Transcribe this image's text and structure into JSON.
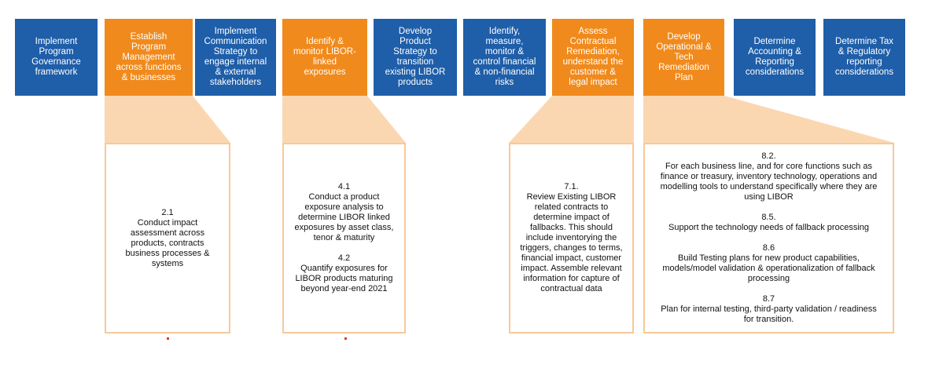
{
  "steps": [
    {
      "text": "Implement\nProgram\nGovernance\nframework",
      "color": "blue"
    },
    {
      "text": "Establish\nProgram\nManagement\nacross functions\n& businesses",
      "color": "orange"
    },
    {
      "text": "Implement\nCommunication\nStrategy to\nengage internal\n& external\nstakeholders",
      "color": "blue"
    },
    {
      "text": "Identify &\nmonitor LIBOR-\nlinked\nexposures",
      "color": "orange"
    },
    {
      "text": "Develop\nProduct\nStrategy to\ntransition\nexisting LIBOR\nproducts",
      "color": "blue"
    },
    {
      "text": "Identify,\nmeasure,\nmonitor &\ncontrol financial\n& non-financial\nrisks",
      "color": "blue"
    },
    {
      "text": "Assess\nContractual\nRemediation,\nunderstand the\ncustomer &\nlegal impact",
      "color": "orange"
    },
    {
      "text": "Develop\nOperational &\nTech\nRemediation\nPlan",
      "color": "orange"
    },
    {
      "text": "Determine\nAccounting &\nReporting\nconsiderations",
      "color": "blue"
    },
    {
      "text": "Determine Tax\n& Regulatory\nreporting\nconsiderations",
      "color": "blue"
    }
  ],
  "details": [
    {
      "items": [
        "2.1\nConduct impact\nassessment across\nproducts, contracts\nbusiness processes &\nsystems"
      ]
    },
    {
      "items": [
        "4.1\nConduct a product\nexposure analysis to\ndetermine LIBOR linked\nexposures by asset class,\ntenor & maturity",
        "4.2\nQuantify exposures for\nLIBOR products maturing\nbeyond year-end 2021"
      ]
    },
    {
      "items": [
        "7.1.\nReview Existing LIBOR\nrelated contracts to\ndetermine impact of\nfallbacks. This should\ninclude inventorying the\ntriggers, changes to terms,\nfinancial impact, customer\nimpact. Assemble relevant\ninformation for capture of\ncontractual data"
      ]
    },
    {
      "items": [
        "8.2.\nFor each business line, and for core functions such as\nfinance or treasury, inventory technology, operations and\nmodelling tools to understand specifically where they are\nusing LIBOR",
        "8.5.\nSupport the technology needs of fallback processing",
        "8.6\nBuild Testing plans for new product capabilities,\nmodels/model validation & operationalization of fallback\nprocessing",
        "8.7\nPlan for internal testing, third-party validation / readiness\nfor transition."
      ]
    }
  ],
  "colors": {
    "blue": "#1f5ea8",
    "orange": "#f08a1c",
    "funnel": "#fbd7b1",
    "border": "#f7c99a"
  }
}
